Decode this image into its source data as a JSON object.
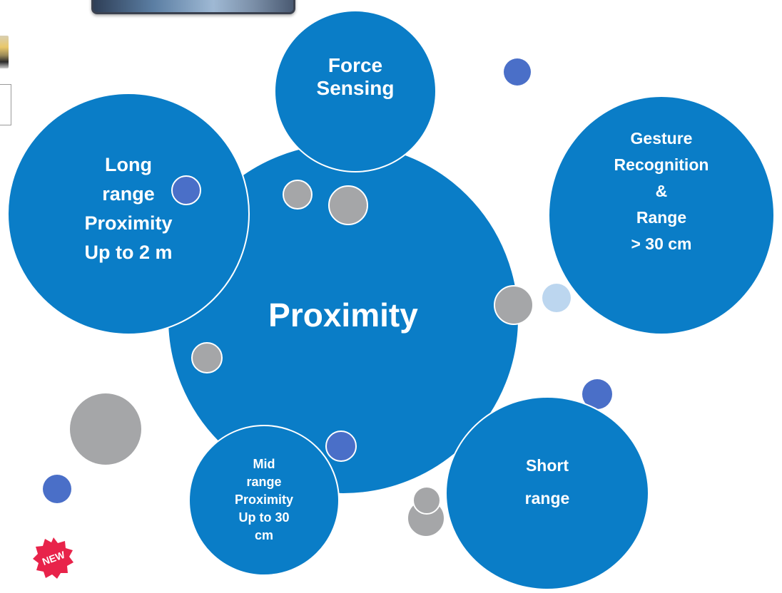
{
  "bubbles": {
    "center": {
      "label": "Proximity"
    },
    "force_sensing": {
      "label": "Force\nSensing"
    },
    "long_range": {
      "label": "Long\nrange\nProximity\nUp to 2 m"
    },
    "gesture": {
      "label": "Gesture\nRecognition\n&\nRange\n> 30 cm"
    },
    "mid_range": {
      "label": "Mid\nrange\nProximity\nUp to 30\ncm"
    },
    "short_range": {
      "label": "Short\nrange"
    }
  },
  "badge": {
    "label": "NEW"
  },
  "colors": {
    "bubble": "#0a7dc7",
    "gray_dot": "#a5a6a8",
    "blue_dot": "#4a6fc8",
    "light_dot": "#bcd6ef",
    "badge": "#e8234a"
  }
}
